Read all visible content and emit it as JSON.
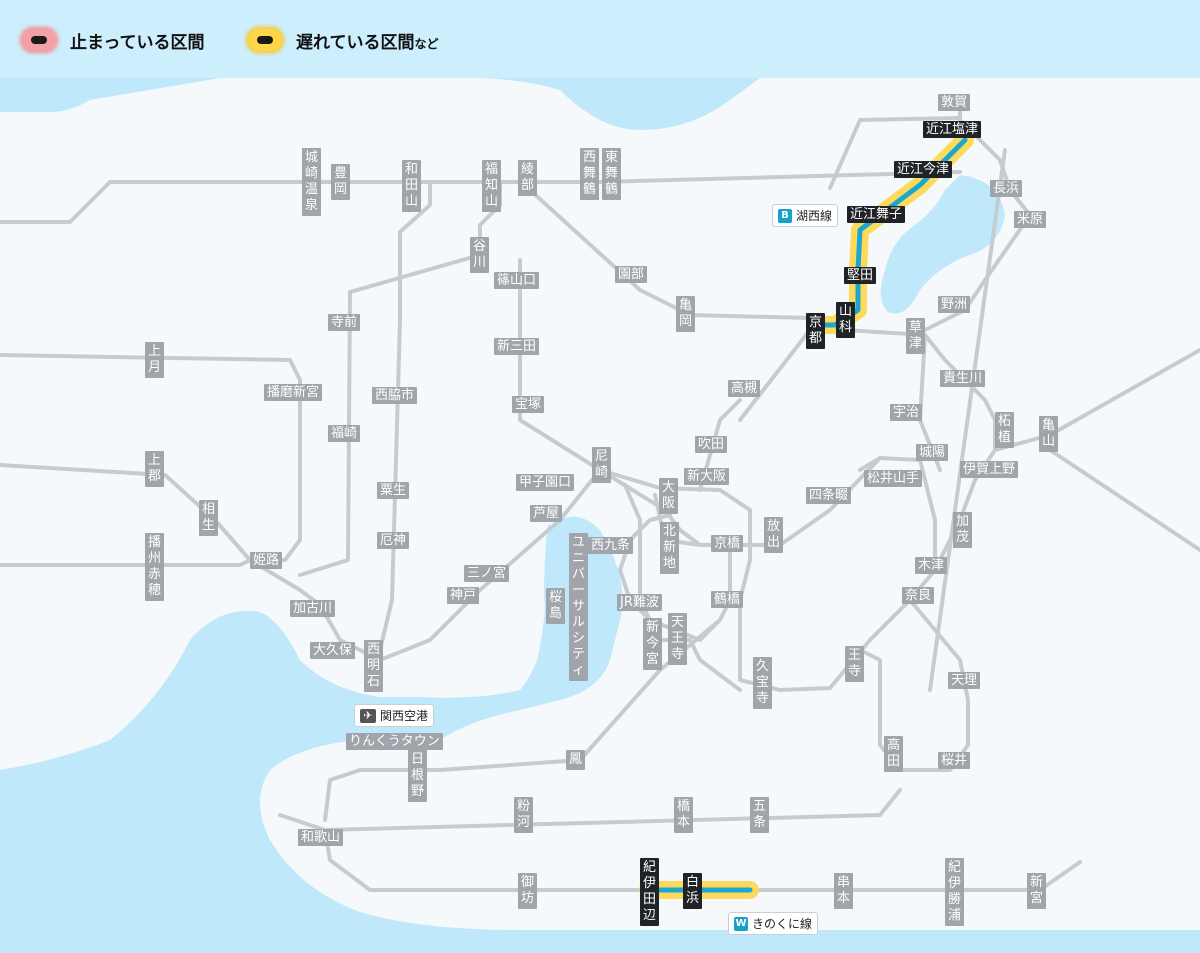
{
  "legend": {
    "stopped_label": "止まっている区間",
    "delayed_label": "遅れている区間",
    "delayed_suffix": "など"
  },
  "colors": {
    "water": "#bfe8fb",
    "land": "#f6f9fb",
    "track": "#c4ccd2",
    "station": "#9fa5aa",
    "station_highlight": "#1f2226",
    "delay_glow": "#ffd64a",
    "line_active": "#1ca7cf",
    "stop_glow": "#f58b91"
  },
  "line_tags": {
    "kosei": {
      "badge": "B",
      "label": "湖西線"
    },
    "kinokuni": {
      "badge": "W",
      "label": "きのくに線"
    }
  },
  "airport": {
    "label": "関西空港",
    "icon": "airplane-icon"
  },
  "stations": {
    "tsuruga": "敦賀",
    "omi_shiotsu": "近江塩津",
    "omi_imazu": "近江今津",
    "omi_maiko": "近江舞子",
    "katata": "堅田",
    "yamashina": "山科",
    "kyoto": "京都",
    "nagahama": "長浜",
    "maibara": "米原",
    "yasu": "野洲",
    "kusatsu": "草津",
    "kibukawa": "貴生川",
    "tsuge": "柘植",
    "kameyama": "亀山",
    "iga_ueno": "伊賀上野",
    "kamo": "加茂",
    "kizu": "木津",
    "nara": "奈良",
    "tenri": "天理",
    "sakurai": "桜井",
    "takada": "高田",
    "oji": "王寺",
    "kyuhoji": "久宝寺",
    "hanaten": "放出",
    "kyobashi": "京橋",
    "tsurumibashi": "鶴橋",
    "tennoji": "天王寺",
    "shin_imamiya": "新今宮",
    "jr_namba": "JR難波",
    "nishikujo": "西九条",
    "universal_city": "ユニバーサルシティ",
    "sakurajima": "桜島",
    "osaka": "大阪",
    "kita_shinchi": "北新地",
    "shin_osaka": "新大阪",
    "suita": "吹田",
    "takatsuki": "高槻",
    "amagasaki": "尼崎",
    "koshienguchi": "甲子園口",
    "ashiya": "芦屋",
    "sannomiya": "三ノ宮",
    "kobe": "神戸",
    "nishi_akashi": "西明石",
    "okubo": "大久保",
    "kakogawa": "加古川",
    "himeji": "姫路",
    "aioi": "相生",
    "kamigori": "上郡",
    "banshu_ako": "播州赤穂",
    "kamitsuki": "上月",
    "harima_shingu": "播磨新宮",
    "teramae": "寺前",
    "fukusaki": "福崎",
    "nishiwaki_shi": "西脇市",
    "awaga": "粟生",
    "yakujin": "厄神",
    "tanigawa": "谷川",
    "sasayamaguchi": "篠山口",
    "shin_sanda": "新三田",
    "takarazuka": "宝塚",
    "sonobe": "園部",
    "kameoka": "亀岡",
    "kinosaki_onsen": "城崎温泉",
    "toyooka": "豊岡",
    "wadayama": "和田山",
    "fukuchiyama": "福知山",
    "ayabe": "綾部",
    "nishi_maizuru": "西舞鶴",
    "higashi_maizuru": "東舞鶴",
    "uji": "宇治",
    "joyo": "城陽",
    "matsui_yamate": "松井山手",
    "shijonawate": "四条畷",
    "rinku_town": "りんくうタウン",
    "hineno": "日根野",
    "otori": "鳳",
    "kokawa": "粉河",
    "hashimoto": "橋本",
    "gojo": "五条",
    "wakayama": "和歌山",
    "gobo": "御坊",
    "kii_tanabe": "紀伊田辺",
    "shirahama": "白浜",
    "kushimoto": "串本",
    "kii_katsuura": "紀伊勝浦",
    "shingu": "新宮"
  }
}
